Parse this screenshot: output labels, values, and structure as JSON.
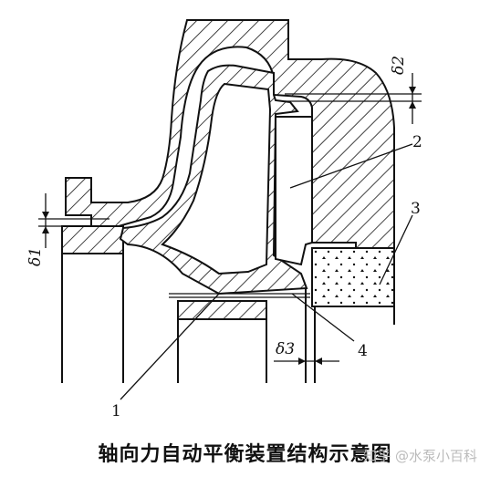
{
  "diagram": {
    "labels": {
      "part_1": "1",
      "part_2": "2",
      "part_3": "3",
      "part_4": "4",
      "delta_1": "δ1",
      "delta_2": "δ2",
      "delta_3": "δ3"
    }
  },
  "caption": "轴向力自动平衡装置结构示意图",
  "watermark": "知乎 @水泵小百科"
}
